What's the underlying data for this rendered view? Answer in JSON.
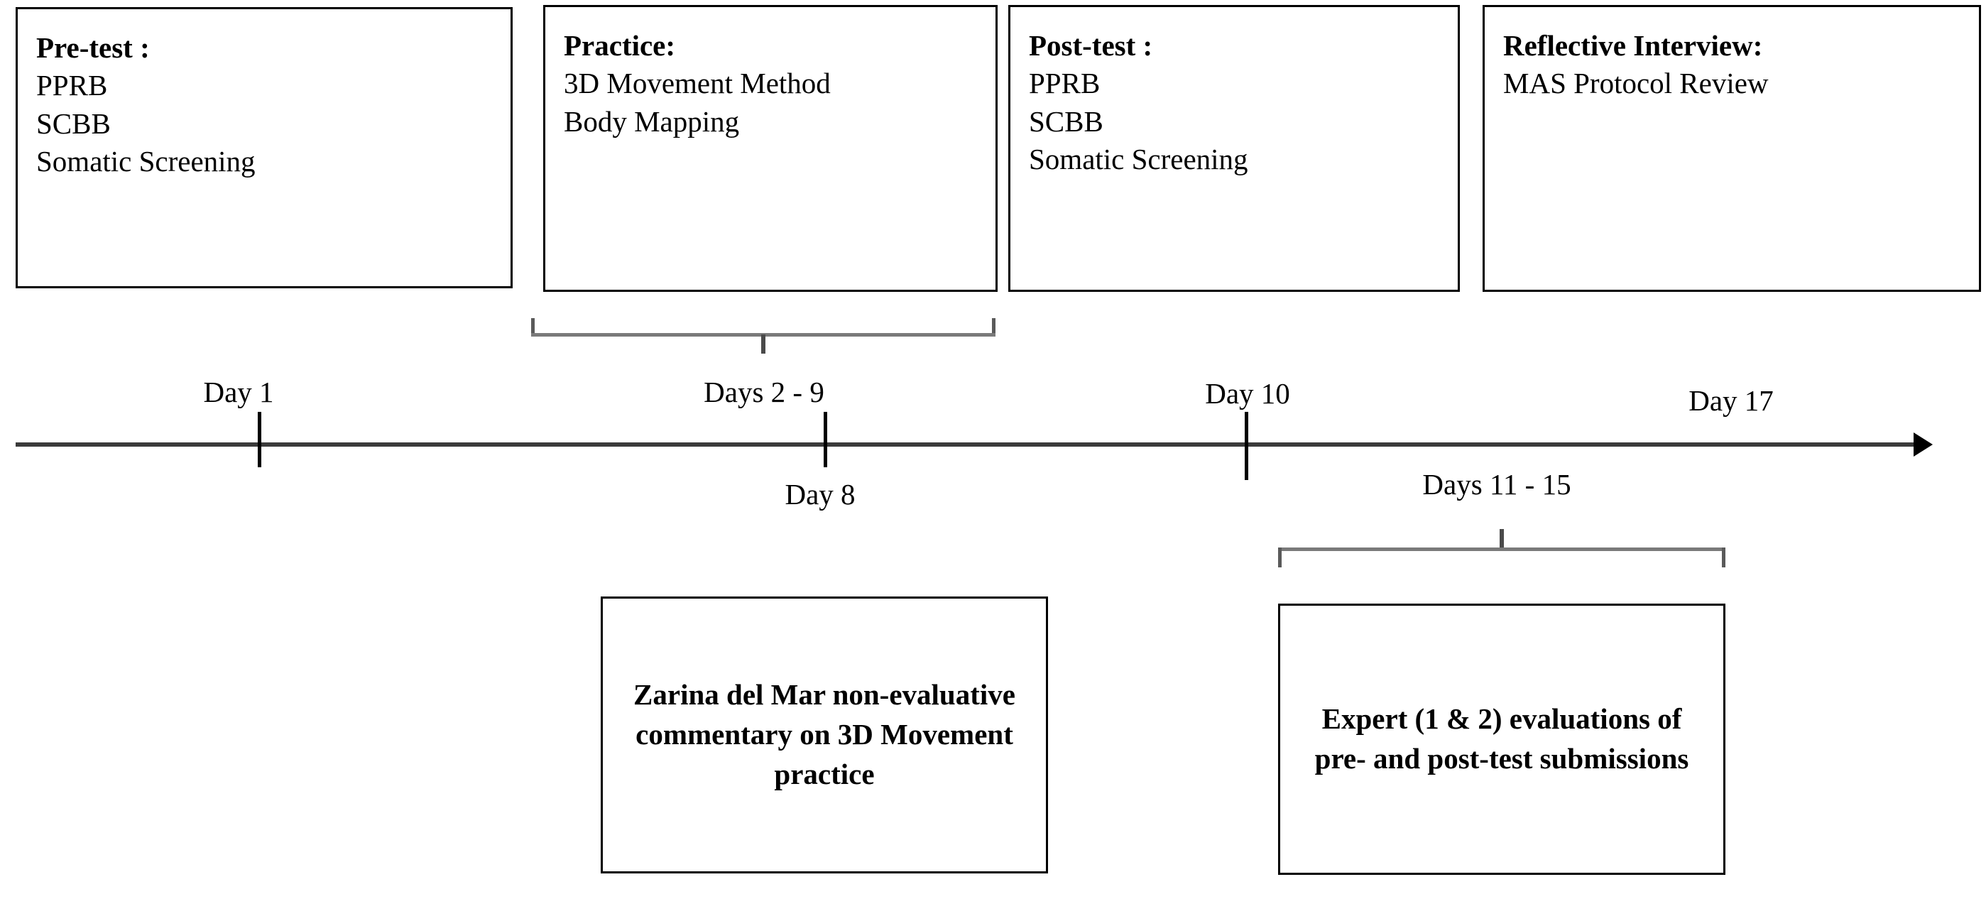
{
  "diagram": {
    "title": "Study procedure timeline",
    "colors": {
      "box_border": "#000000",
      "background": "#ffffff",
      "axis": "#3a3a3a",
      "brace": "#7a7a7a",
      "text": "#000000"
    }
  },
  "phase_boxes": [
    {
      "title": "Pre-test :",
      "lines": [
        "PPRB",
        "SCBB",
        "Somatic Screening"
      ]
    },
    {
      "title": "Practice:",
      "lines": [
        "3D Movement Method",
        "Body Mapping"
      ]
    },
    {
      "title": "Post-test :",
      "lines": [
        "PPRB",
        "SCBB",
        "Somatic Screening"
      ]
    },
    {
      "title": "Reflective Interview:",
      "lines": [
        "MAS Protocol Review"
      ]
    }
  ],
  "timeline": {
    "labels_above": [
      {
        "text": "Day 1"
      },
      {
        "text": "Days 2 - 9"
      },
      {
        "text": "Day 10"
      },
      {
        "text": "Day 17"
      }
    ],
    "labels_below": [
      {
        "text": "Day 8"
      },
      {
        "text": "Days 11 - 15"
      }
    ],
    "ticks": [
      {
        "day": "Day 1"
      },
      {
        "day": "Day 8"
      },
      {
        "day": "Day 10"
      }
    ]
  },
  "callout_boxes": [
    {
      "text": "Zarina del Mar non-evaluative commentary on 3D Movement practice"
    },
    {
      "text": "Expert (1 & 2) evaluations of pre- and post-test submissions"
    }
  ]
}
